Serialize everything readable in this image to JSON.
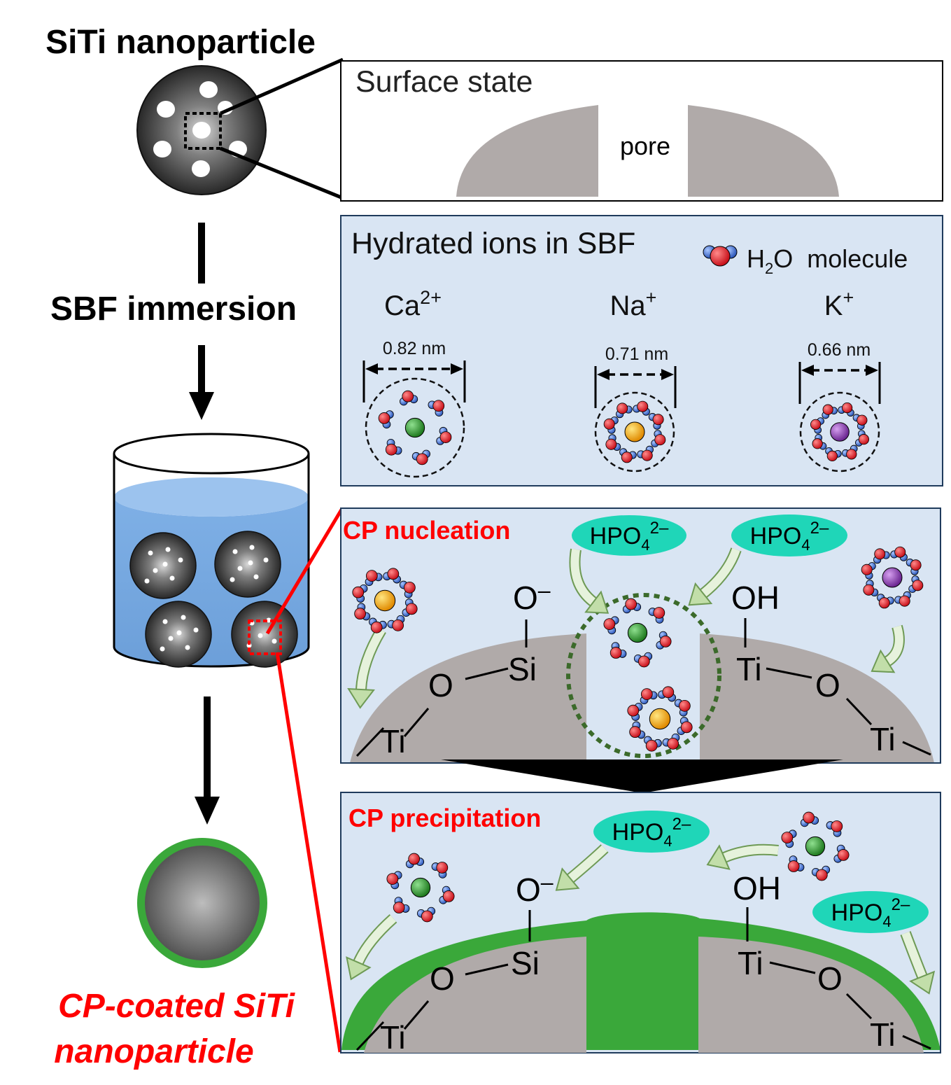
{
  "left": {
    "title": "SiTi nanoparticle",
    "step": "SBF immersion",
    "result_line1": "CP-coated SiTi",
    "result_line2": "nanoparticle"
  },
  "surface": {
    "title": "Surface state",
    "pore": "pore"
  },
  "ions": {
    "title": "Hydrated ions in SBF",
    "water_prefix": "H",
    "water_sub": "2",
    "water_suffix": "O  molecule",
    "items": [
      {
        "base": "Ca",
        "charge": "2+",
        "size": "0.82 nm",
        "color": "#3a9a3a"
      },
      {
        "base": "Na",
        "charge": "+",
        "size": "0.71 nm",
        "color": "#f2a800"
      },
      {
        "base": "K",
        "charge": "+",
        "size": "0.66 nm",
        "color": "#8e3fb0"
      }
    ]
  },
  "nucleation": {
    "title": "CP nucleation",
    "o_minus": "O",
    "minus": "–",
    "si": "Si",
    "o": "O",
    "ti": "Ti",
    "oh": "OH"
  },
  "precipitation": {
    "title": "CP precipitation",
    "o_minus": "O",
    "minus": "–",
    "si": "Si",
    "o": "O",
    "ti": "Ti",
    "oh": "OH"
  },
  "phosphate": {
    "base": "HPO",
    "sub": "4",
    "sup": "2–"
  },
  "colors": {
    "panel_bg": "#d9e5f3",
    "panel_border": "#1f3b5c",
    "surface_gray": "#b0aaa9",
    "cp_green": "#3aa83a",
    "label_red": "#ff0000",
    "phosphate_cyan": "#1fd6b8",
    "water_oxygen": "#e0202a",
    "water_hydrogen": "#3f6fd1"
  }
}
